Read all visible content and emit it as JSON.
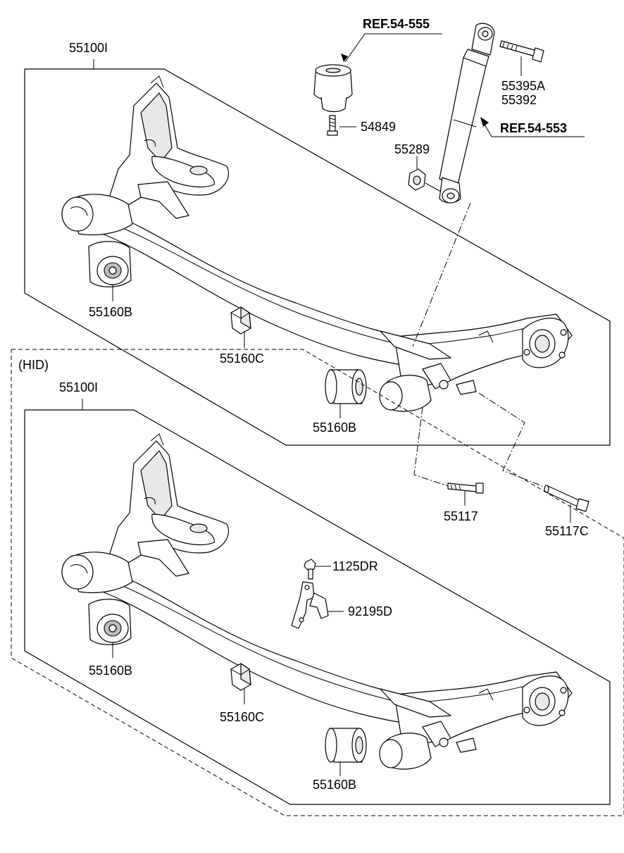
{
  "labels": {
    "ref_54_555": "REF.54-555",
    "ref_54_553": "REF.54-553",
    "axle_top": "55100I",
    "axle_hid": "55100I",
    "hid": "(HID)",
    "p55395a": "55395A",
    "p55392": "55392",
    "p54849": "54849",
    "p55289": "55289",
    "bush_b_top_left": "55160B",
    "bush_c_top": "55160C",
    "bush_b_top_right": "55160B",
    "p55117": "55117",
    "p55117c": "55117C",
    "p1125dr": "1125DR",
    "p92195d": "92195D",
    "bush_b_hid_left": "55160B",
    "bush_c_hid": "55160C",
    "bush_b_hid_right": "55160B"
  }
}
